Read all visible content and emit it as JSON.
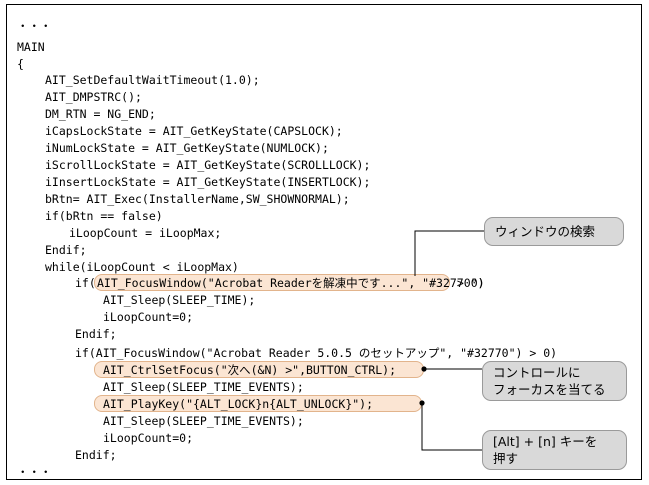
{
  "code": {
    "lines": [
      "・・・",
      "MAIN",
      "{",
      "AIT_SetDefaultWaitTimeout(1.0);",
      "AIT_DMPSTRC();",
      "DM_RTN = NG_END;",
      "iCapsLockState = AIT_GetKeyState(CAPSLOCK);",
      "iNumLockState = AIT_GetKeyState(NUMLOCK);",
      "iScrollLockState = AIT_GetKeyState(SCROLLLOCK);",
      "iInsertLockState = AIT_GetKeyState(INSERTLOCK);",
      "bRtn= AIT_Exec(InstallerName,SW_SHOWNORMAL);",
      "if(bRtn == false)",
      "iLoopCount = iLoopMax;",
      "Endif;",
      "while(iLoopCount < iLoopMax)",
      "if(",
      "AIT_FocusWindow(\"Acrobat Readerを解凍中です...\", \"#32770\")",
      " > 0)",
      "AIT_Sleep(SLEEP_TIME);",
      "iLoopCount=0;",
      "Endif;",
      "if(AIT_FocusWindow(\"Acrobat Reader 5.0.5 のセットアップ\", \"#32770\") > 0)",
      "AIT_CtrlSetFocus(\"次へ(&N) >\",BUTTON_CTRL);",
      "AIT_Sleep(SLEEP_TIME_EVENTS);",
      "AIT_PlayKey(\"{ALT_LOCK}n{ALT_UNLOCK}\");",
      "AIT_Sleep(SLEEP_TIME_EVENTS);",
      "iLoopCount=0;",
      "Endif;",
      "・・・"
    ]
  },
  "callouts": {
    "window_search": "ウィンドウの検索",
    "control_focus_line1": "コントロールに",
    "control_focus_line2": "フォーカスを当てる",
    "key_press_line1": "[Alt] + [n] キーを",
    "key_press_line2": "押す"
  },
  "colors": {
    "highlight_fill": "#fbe5d3",
    "highlight_border": "#e2b48c",
    "callout_fill": "#d9d9d9"
  }
}
